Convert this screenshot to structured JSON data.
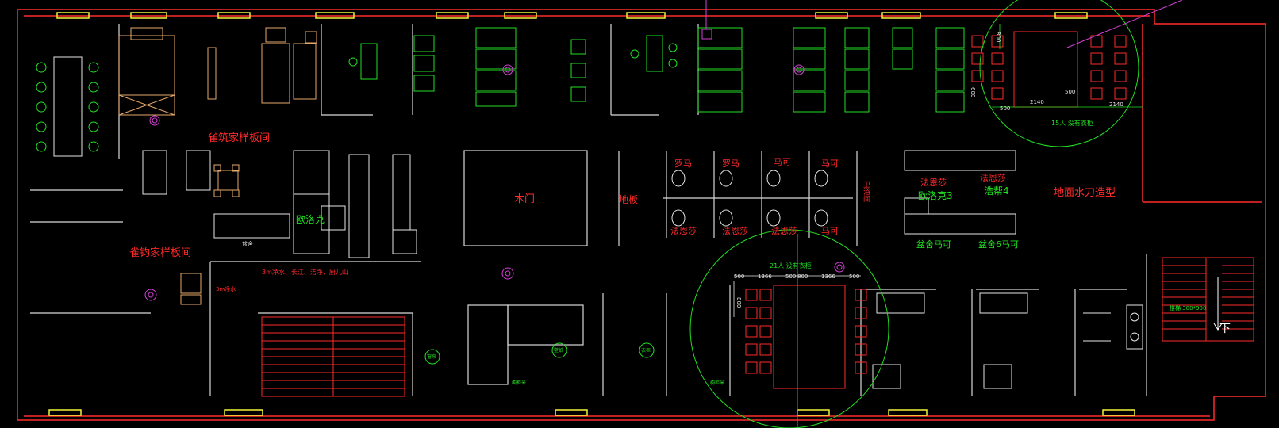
{
  "rooms": {
    "zhuzhu_room": "雀筑家样板间",
    "zhujun_room": "雀钧家样板间",
    "wooden_door": "木门",
    "floor": "地板",
    "ground_knife": "地面水刀造型",
    "oulaoke": "欧洛克",
    "oulaoke3": "欧洛克3",
    "haobang4": "浩帮4",
    "basin": "盆舍",
    "basin_makke": "盆舍马可",
    "basin6_makke": "盆舍6马可",
    "cabinet_note": "3m净水、长江、洁净、厨儿山",
    "water_note": "3m净水"
  },
  "toilet_brands": {
    "luoma1": "罗马",
    "luoma2": "罗马",
    "makke1": "马可",
    "makke2": "马可",
    "fayisha1": "法恩莎",
    "fayisha2": "法恩莎",
    "fayisha3": "法恩莎",
    "makke3": "马可",
    "fayisha4": "法恩莎",
    "fayisha5": "法恩莎",
    "vertical_room": "卫浴间"
  },
  "meeting": {
    "top_caption": "15人 没有衣柜",
    "bottom_caption": "21人 没有衣柜",
    "dims_top": [
      "800",
      "2140",
      "500",
      "2140",
      "500",
      "600"
    ],
    "dims_bottom": [
      "500",
      "1366",
      "500",
      "800",
      "1366",
      "500",
      "800"
    ]
  },
  "small_labels": {
    "stair_note": "楼梯 300*900",
    "down": "下",
    "c1": "窗帘",
    "c2": "壁纸",
    "c3": "衣柜",
    "c4": "橱柜米",
    "c5": "橱柜米"
  },
  "colors": {
    "wall": "#ff2a2a",
    "furniture": "#e6a96a",
    "green": "#22e022",
    "yellow": "#f2f23a",
    "white": "#e6e6e6",
    "magenta": "#d63fd6",
    "circle": "#22dd22"
  }
}
